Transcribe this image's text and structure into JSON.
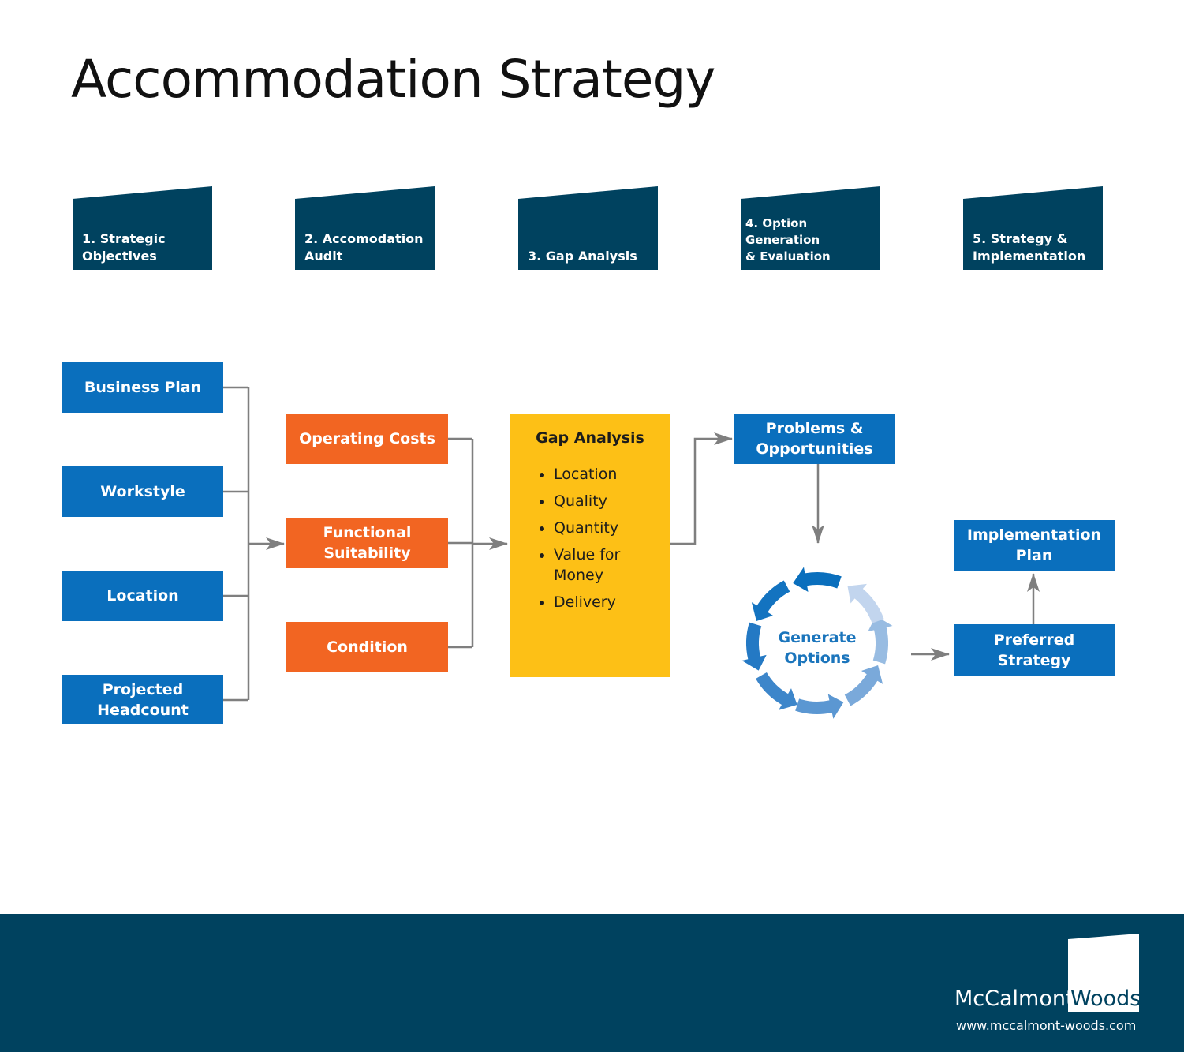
{
  "title": "Accommodation Strategy",
  "stages": [
    "1. Strategic\nObjectives",
    "2. Accomodation\nAudit",
    "3. Gap Analysis",
    "4. Option Generation\n& Evaluation",
    "5. Strategy &\nImplementation"
  ],
  "inputs": [
    "Business Plan",
    "Workstyle",
    "Location",
    "Projected\nHeadcount"
  ],
  "audit": [
    "Operating Costs",
    "Functional\nSuitability",
    "Condition"
  ],
  "gap": {
    "title": "Gap Analysis",
    "items": [
      "Location",
      "Quality",
      "Quantity",
      "Value for\nMoney",
      "Delivery"
    ]
  },
  "problems": "Problems &\nOpportunities",
  "generate": "Generate\nOptions",
  "implementation": "Implementation\nPlan",
  "preferred": "Preferred\nStrategy",
  "footer": {
    "brand_left": "McCalmont",
    "brand_right": "Woods",
    "url": "www.mccalmont-woods.com"
  },
  "colors": {
    "dark": "#00425f",
    "blue": "#0a6fbd",
    "orange": "#f26522",
    "yellow": "#fdc016",
    "line": "#7f7f7f"
  }
}
